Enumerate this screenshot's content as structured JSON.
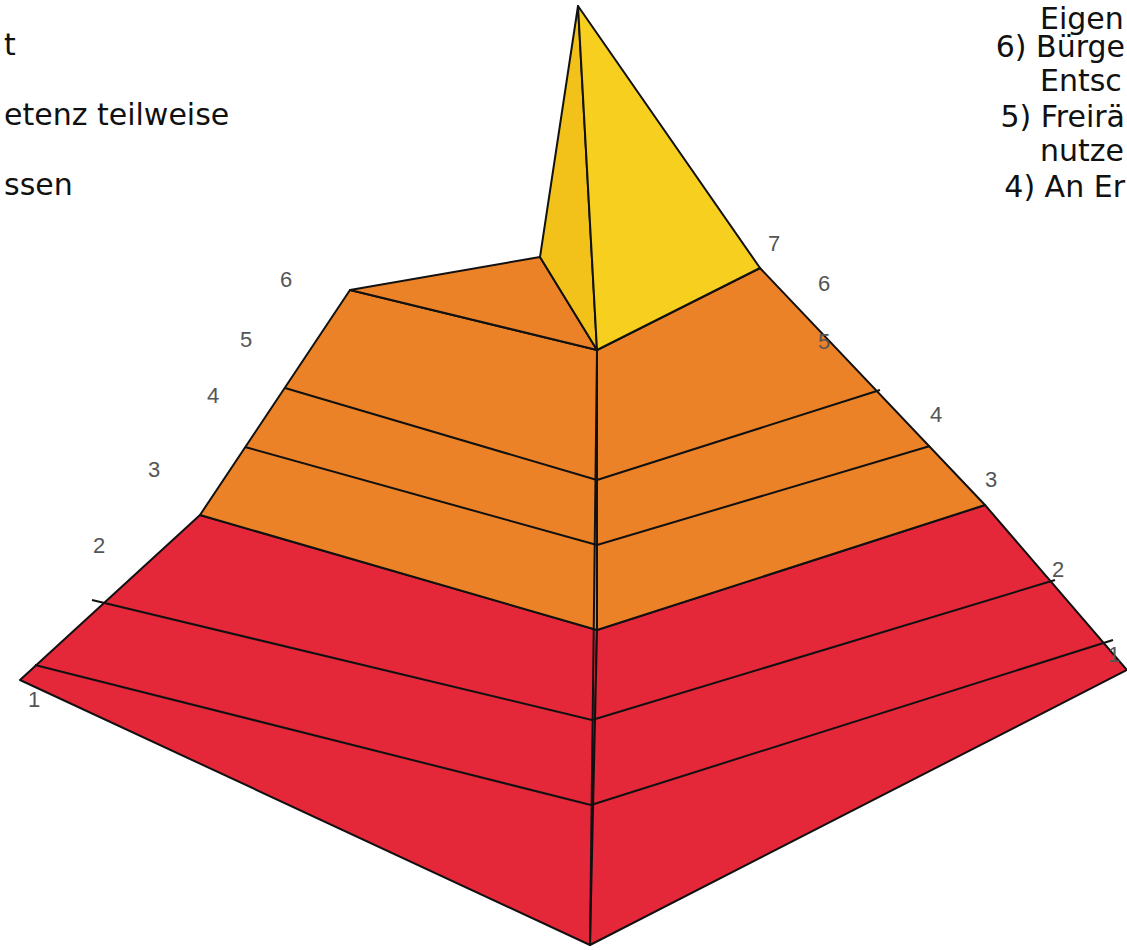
{
  "diagram": {
    "labels": [
      "t",
      "etenz teilweise",
      "ssen",
      "Eigen",
      "6) Bürge",
      "Entsc",
      "5) Freirä",
      "nutze",
      "4) An Er",
      "6",
      "5",
      "4",
      "3",
      "2",
      "1",
      "7",
      "6",
      "5",
      "4",
      "3",
      "2",
      "1"
    ]
  }
}
